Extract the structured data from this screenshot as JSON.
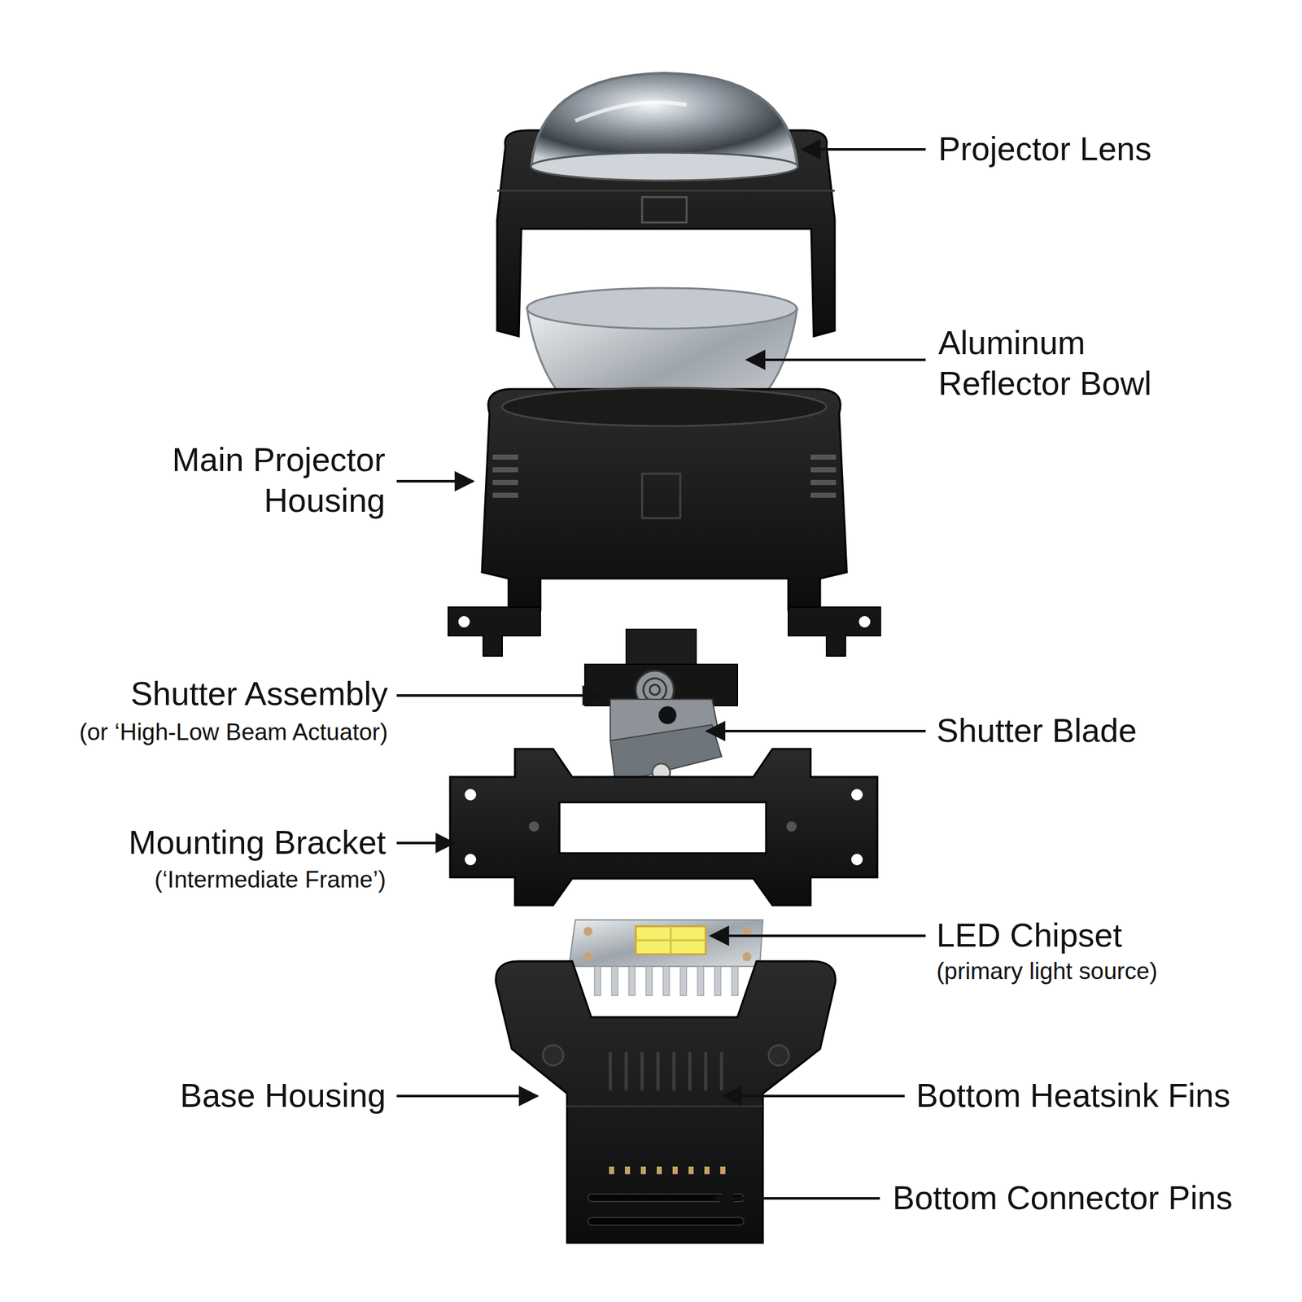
{
  "diagram": {
    "labels": [
      "Projector Lens",
      "Aluminum Reflector Bowl",
      "Main Projector Housing",
      "Shutter Assembly",
      "(or ‘High-Low Beam Actuator)",
      "Shutter Blade",
      "Mounting Bracket",
      "(‘Intermediate Frame’)",
      "LED Chipset",
      "(primary light source)",
      "Base Housing",
      "Bottom Heatsink Fins",
      "Bottom Connector Pins"
    ]
  }
}
